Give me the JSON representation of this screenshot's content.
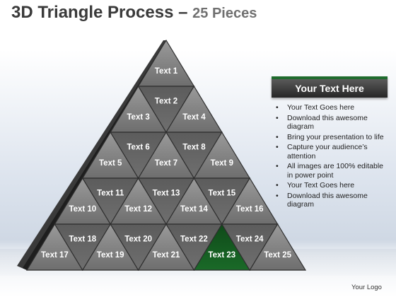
{
  "title": {
    "main": "3D Triangle Process",
    "dash": "–",
    "sub": "25 Pieces"
  },
  "colors": {
    "tile_up": "#8a8a8a",
    "tile_down": "#626262",
    "tile_highlight": "#14561f",
    "edge": "#2f2f2f",
    "header_accent": "#1f6b2e"
  },
  "pieces": [
    "Text 1",
    "Text 2",
    "Text 3",
    "Text 4",
    "Text 5",
    "Text 6",
    "Text 7",
    "Text 8",
    "Text 9",
    "Text 10",
    "Text 11",
    "Text 12",
    "Text 13",
    "Text 14",
    "Text 15",
    "Text 16",
    "Text 17",
    "Text 18",
    "Text 19",
    "Text 20",
    "Text 21",
    "Text 22",
    "Text 23",
    "Text 24",
    "Text 25"
  ],
  "highlighted_piece": "Text 23",
  "panel": {
    "header": "Your Text Here",
    "bullet_symbol": "•",
    "bullets": [
      "Your Text Goes here",
      "Download this awesome diagram",
      "Bring your presentation to life",
      "Capture your audience’s attention",
      "All images are 100% editable in power point",
      "Your Text Goes here",
      "Download this awesome diagram"
    ]
  },
  "logo": "Your Logo"
}
